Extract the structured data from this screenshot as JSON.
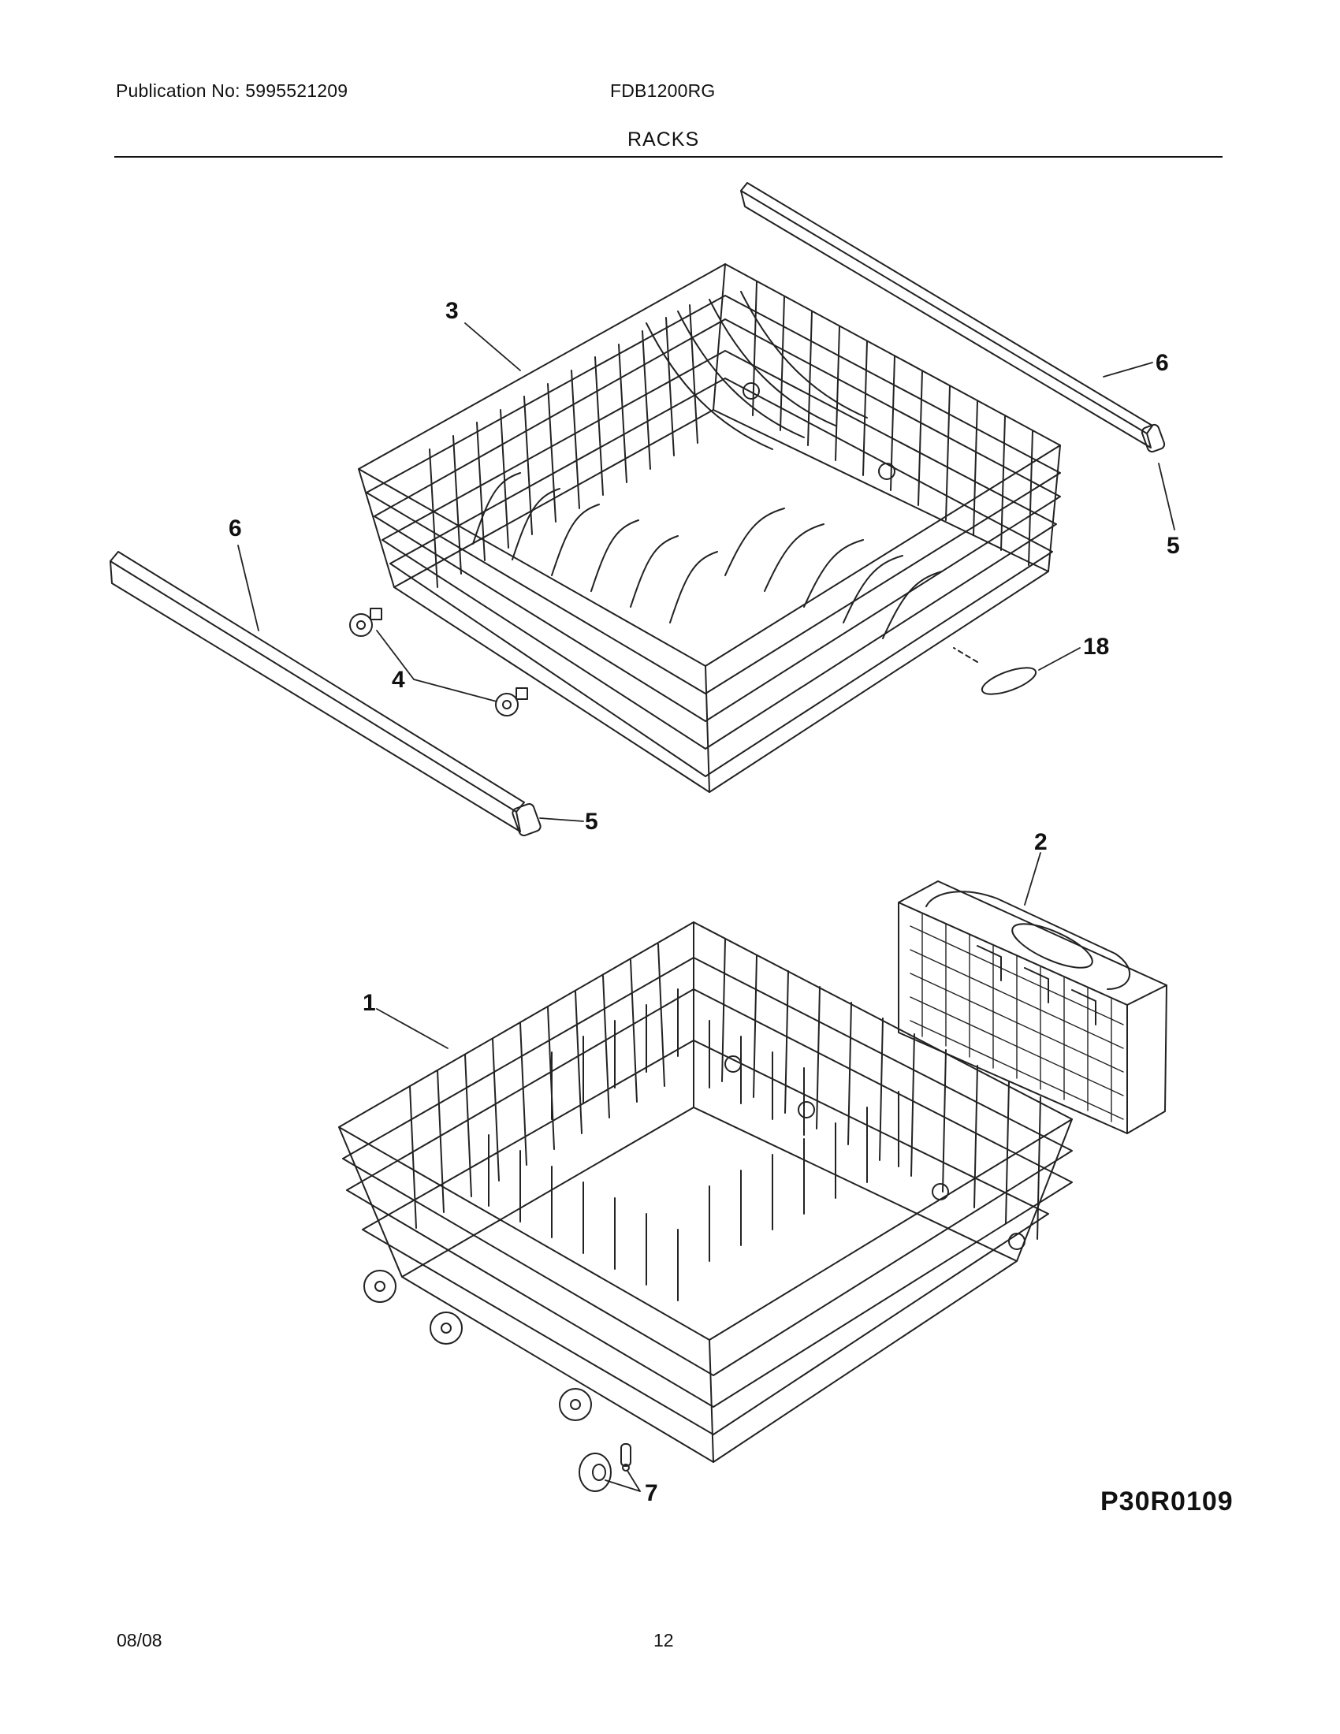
{
  "header": {
    "publication": "Publication No: 5995521209",
    "model": "FDB1200RG",
    "section_title": "RACKS"
  },
  "callouts": {
    "c3": "3",
    "c6_right": "6",
    "c5_right": "5",
    "c6_left": "6",
    "c4": "4",
    "c18": "18",
    "c5_left": "5",
    "c2": "2",
    "c1": "1",
    "c7": "7"
  },
  "figure_code": "P30R0109",
  "footer": {
    "date": "08/08",
    "page_number": "12"
  }
}
